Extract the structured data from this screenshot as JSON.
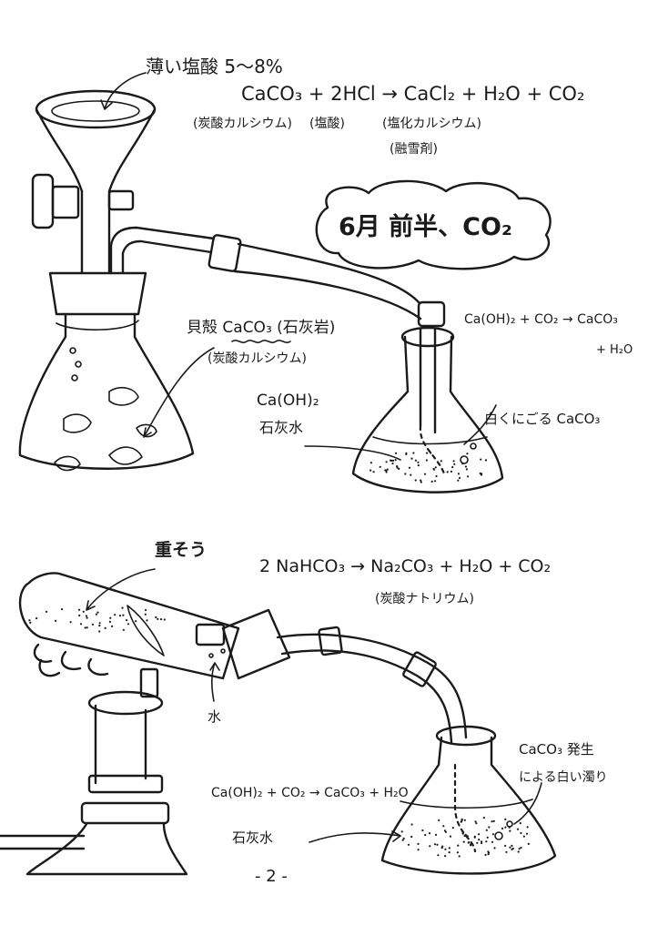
{
  "top": {
    "funnel_label": "薄い塩酸 5〜8%",
    "equation": "CaCO₃ + 2HCl → CaCl₂ + H₂O + CO₂",
    "name_caco3": "(炭酸カルシウム)",
    "name_hcl": "(塩酸)",
    "name_cacl2": "(塩化カルシウム)",
    "name_cacl2_use": "(融雪剤)",
    "cloud_title": "6月 前半、CO₂",
    "shell_label": "貝殻 CaCO₃ (石灰岩)",
    "shell_name": "(炭酸カルシウム)",
    "limewater_formula": "Ca(OH)₂",
    "limewater_label": "石灰水",
    "right_eq_line1": "Ca(OH)₂ + CO₂ → CaCO₃",
    "right_eq_line2": "+ H₂O",
    "cloudy_label": "白くにごる CaCO₃"
  },
  "bottom": {
    "baking_soda_label": "重そう",
    "equation": "2 NaHCO₃ → Na₂CO₃ + H₂O + CO₂",
    "name_na2co3": "(炭酸ナトリウム)",
    "water_label": "水",
    "generation_line1": "CaCO₃ 発生",
    "generation_line2": "による白い濁り",
    "lime_equation": "Ca(OH)₂ + CO₂ → CaCO₃ + H₂O",
    "limewater_label": "石灰水"
  },
  "page_number": "- 2 -"
}
